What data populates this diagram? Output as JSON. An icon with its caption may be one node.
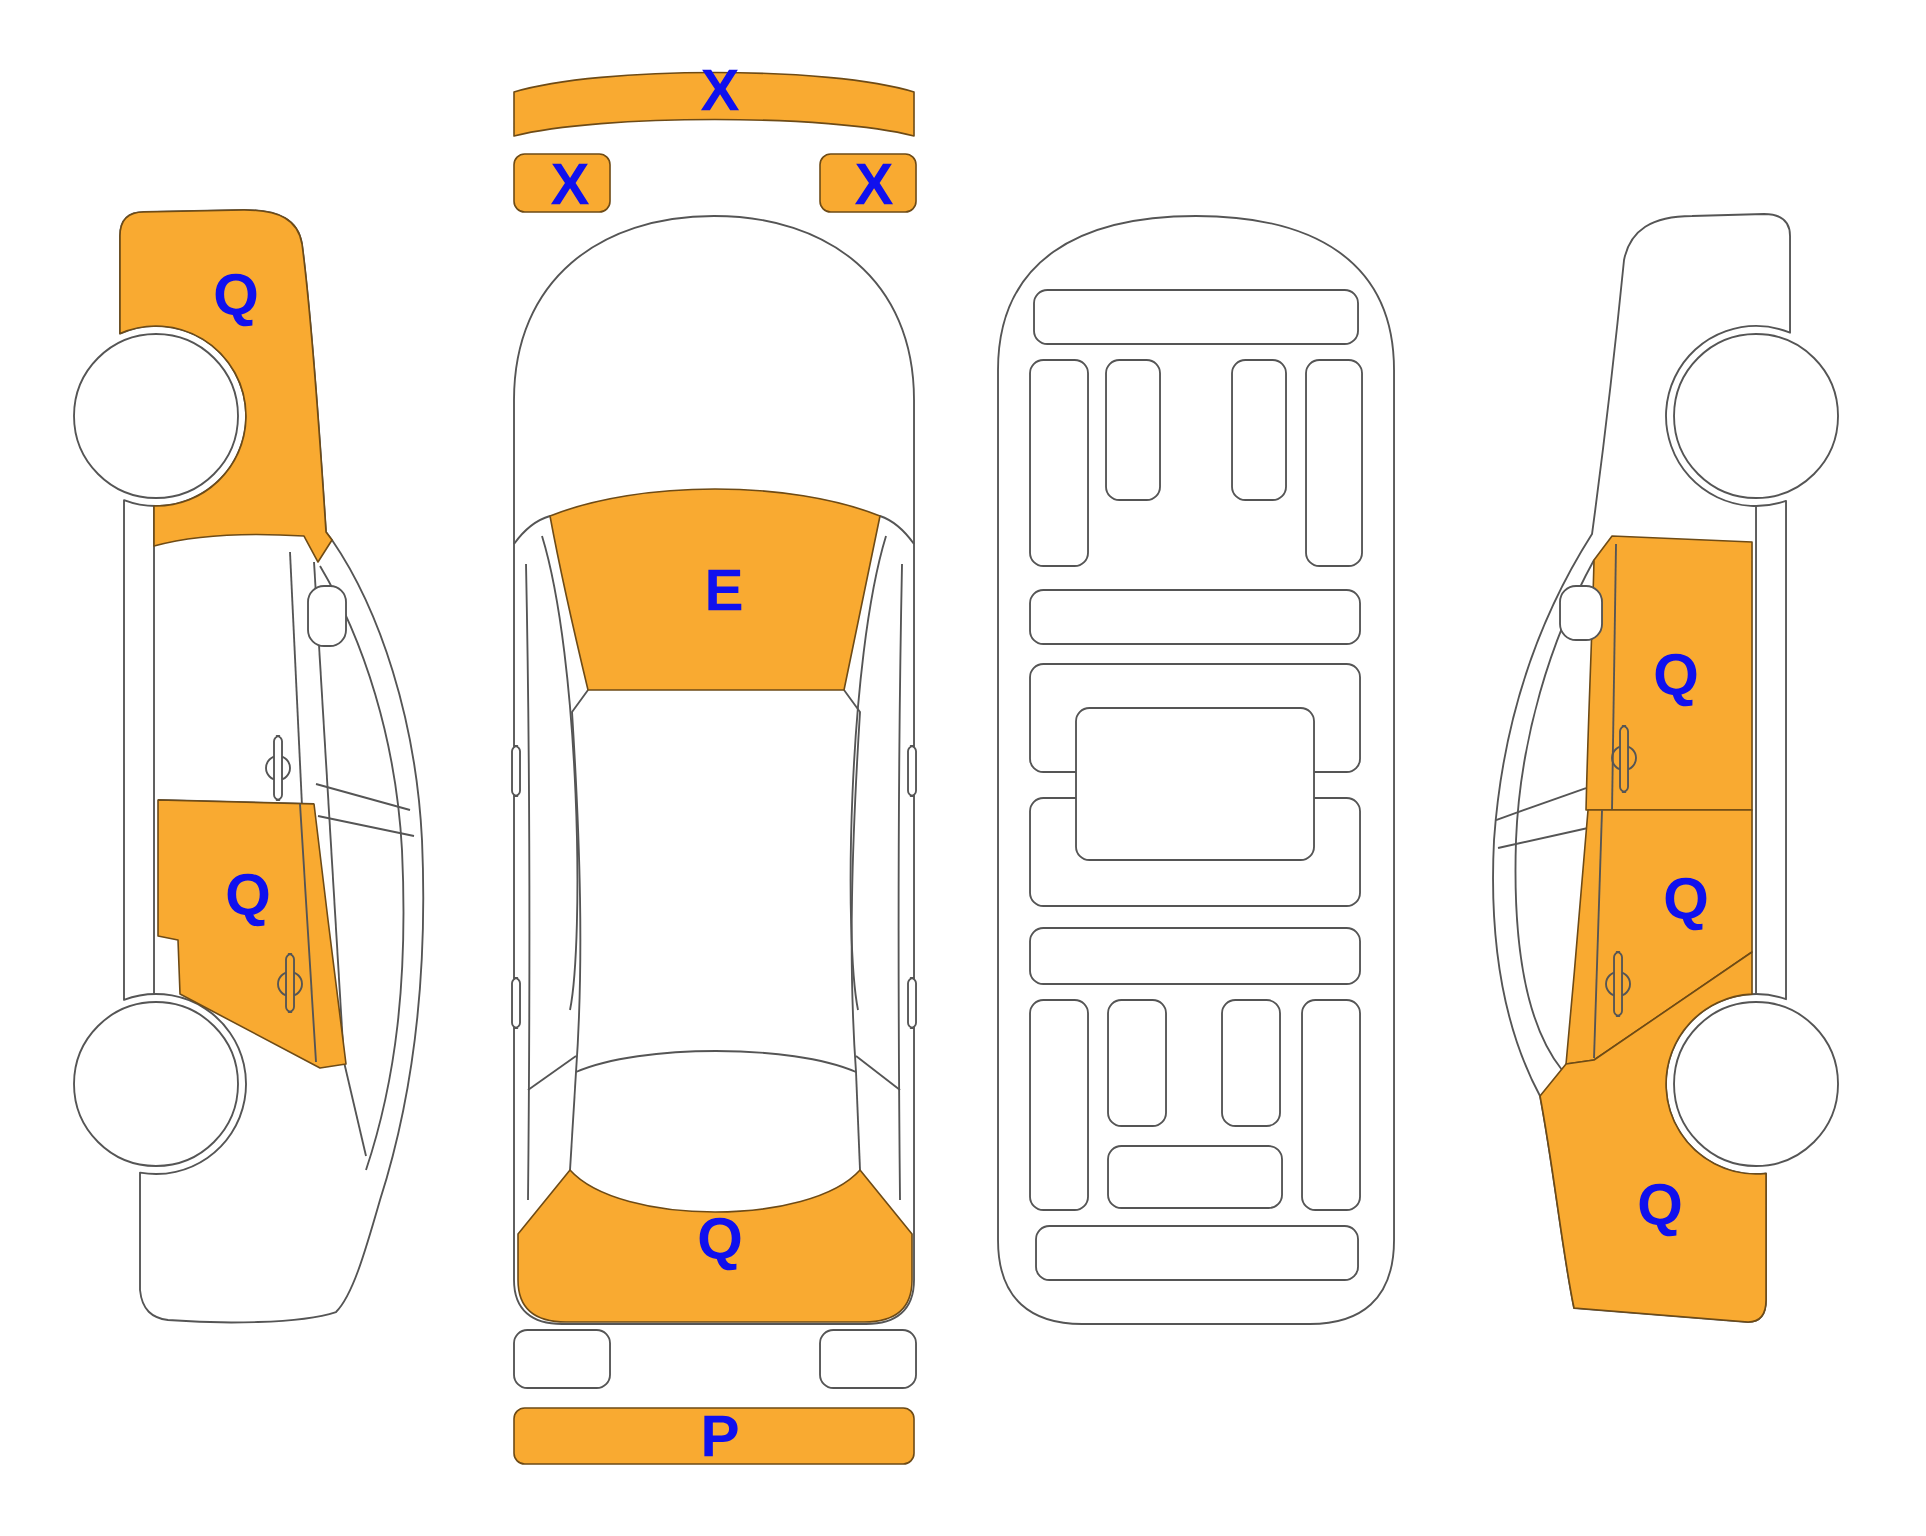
{
  "diagram": {
    "nodes": [
      {
        "text": [
          "X"
        ]
      },
      {
        "text": [
          "X"
        ]
      },
      {
        "text": [
          "X"
        ]
      },
      {
        "text": [
          "Q"
        ]
      },
      {
        "text": [
          "E"
        ]
      },
      {
        "text": [
          "Q"
        ]
      },
      {
        "text": [
          "Q"
        ]
      },
      {
        "text": [
          "Q"
        ]
      },
      {
        "text": [
          "Q"
        ]
      },
      {
        "text": [
          "Q"
        ]
      },
      {
        "text": [
          "P"
        ]
      }
    ]
  }
}
